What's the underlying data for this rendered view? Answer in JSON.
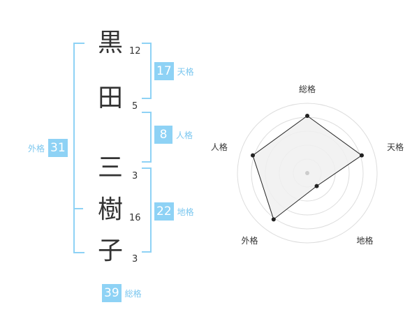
{
  "name": {
    "chars": [
      {
        "char": "黒",
        "strokes": "12"
      },
      {
        "char": "田",
        "strokes": "5"
      },
      {
        "char": "三",
        "strokes": "3"
      },
      {
        "char": "樹",
        "strokes": "16"
      },
      {
        "char": "子",
        "strokes": "3"
      }
    ]
  },
  "fortunes": {
    "tenkaku": {
      "value": "17",
      "label": "天格"
    },
    "jinkaku": {
      "value": "8",
      "label": "人格"
    },
    "chikaku": {
      "value": "22",
      "label": "地格"
    },
    "gaikaku": {
      "value": "31",
      "label": "外格"
    },
    "soukaku": {
      "value": "39",
      "label": "総格"
    }
  },
  "colors": {
    "accent": "#8ed2f5",
    "accent_text": "#7cc7ef",
    "text": "#333333",
    "grid": "#dddddd",
    "fill": "#f0f0f0"
  },
  "chart_data": {
    "type": "radar",
    "axes": [
      "総格",
      "天格",
      "地格",
      "外格",
      "人格"
    ],
    "values": [
      0.82,
      0.82,
      0.23,
      0.82,
      0.82
    ],
    "scale": [
      0,
      1
    ],
    "rings": 5,
    "grid": true
  }
}
